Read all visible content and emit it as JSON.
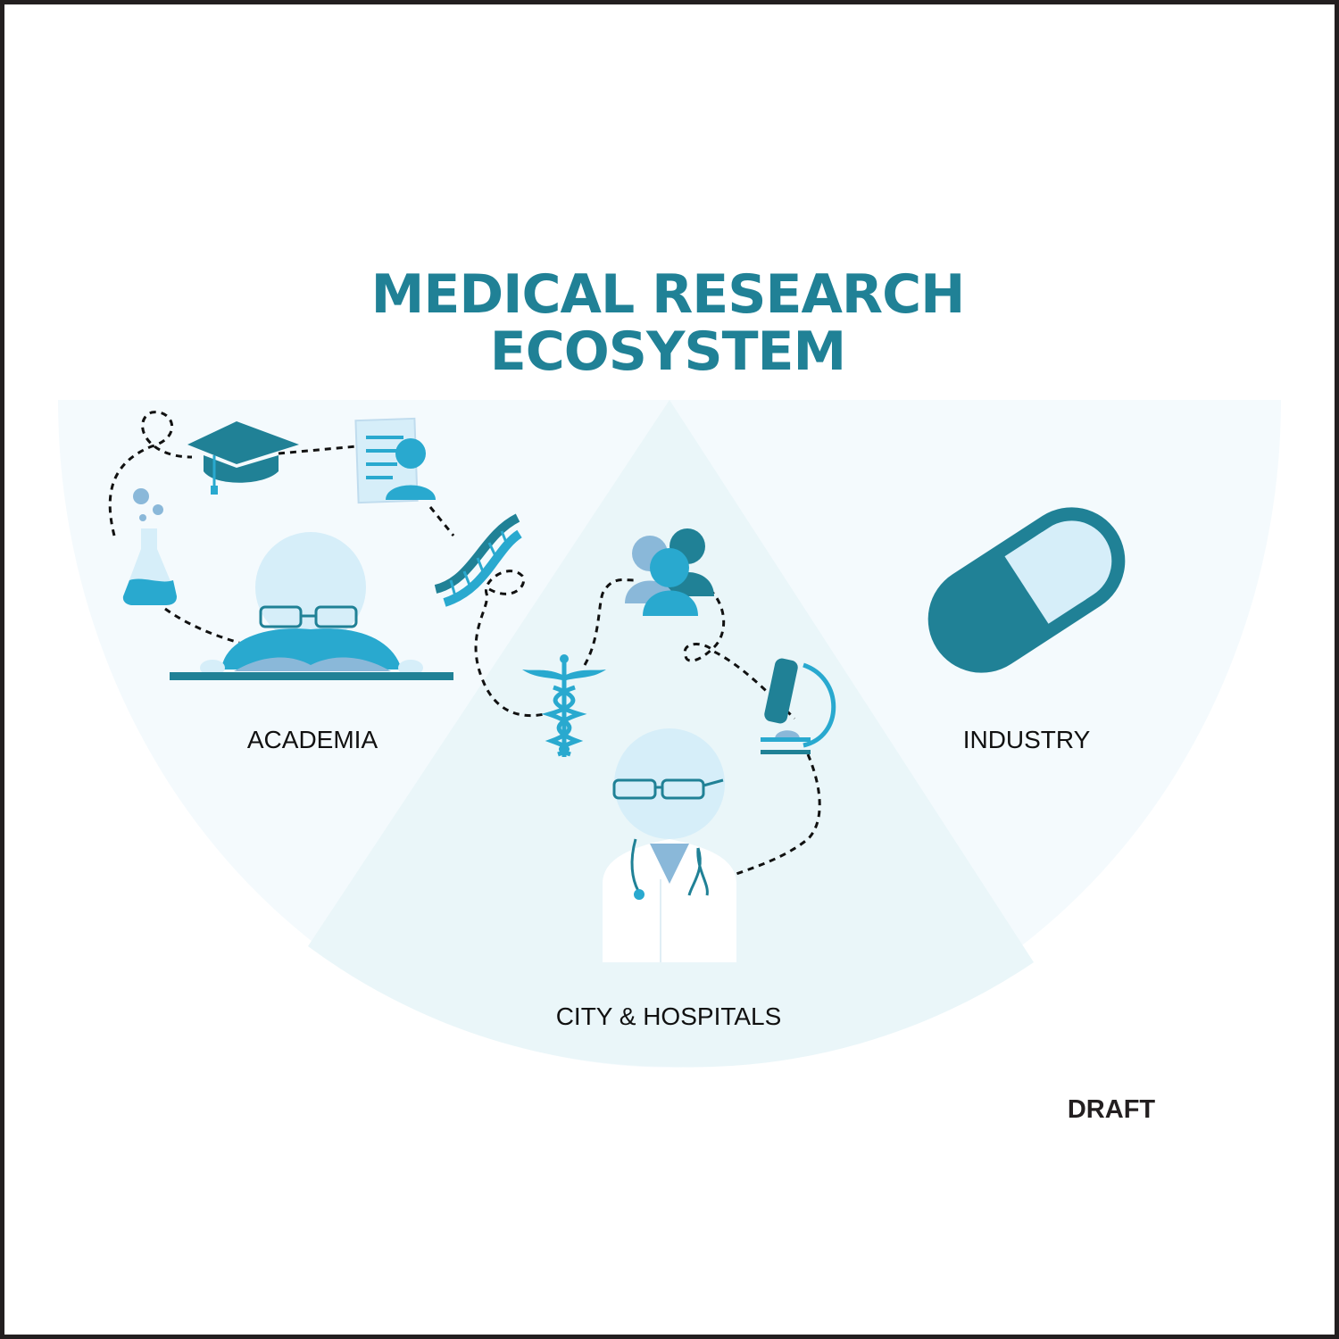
{
  "title": {
    "line1": "MEDICAL RESEARCH",
    "line2": "ECOSYSTEM"
  },
  "sectors": {
    "academia": "ACADEMIA",
    "industry": "INDUSTRY",
    "city_hospitals": "CITY & HOSPITALS"
  },
  "stamp": "DRAFT",
  "colors": {
    "primary": "#208196",
    "accent": "#29a9cf",
    "light": "#d6eef9",
    "mid": "#8ab8d9",
    "fan_bg": "#f4fafd",
    "triangle_bg": "#eaf6f9",
    "text": "#111111"
  },
  "icons": [
    "graduation-cap-icon",
    "user-document-icon",
    "flask-icon",
    "dna-icon",
    "people-group-icon",
    "caduceus-icon",
    "microscope-icon",
    "pill-capsule-icon",
    "reading-researcher-figure",
    "doctor-figure"
  ]
}
